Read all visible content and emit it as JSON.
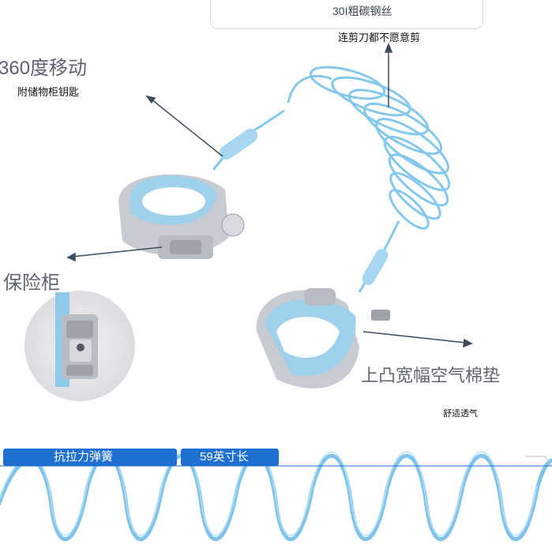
{
  "labels": {
    "steel_wire": "30I粗碳钢丝",
    "scissor_proof": "连剪刀都不愿意剪",
    "rotation": "360度移动",
    "key_storage": "附储物柜钥匙",
    "safety_lock": "保险柜",
    "cushion": "上凸宽幅空气棉垫",
    "breathable": "舒适透气"
  },
  "bottom": {
    "spring_tab": "抗拉力弹簧",
    "length_tab": "59英寸长"
  },
  "colors": {
    "accent_blue": "#1e6fd0",
    "strap_blue": "#9fd0ec",
    "coil_blue": "#7fc3ea",
    "buckle_gray": "#b9bcc2"
  }
}
